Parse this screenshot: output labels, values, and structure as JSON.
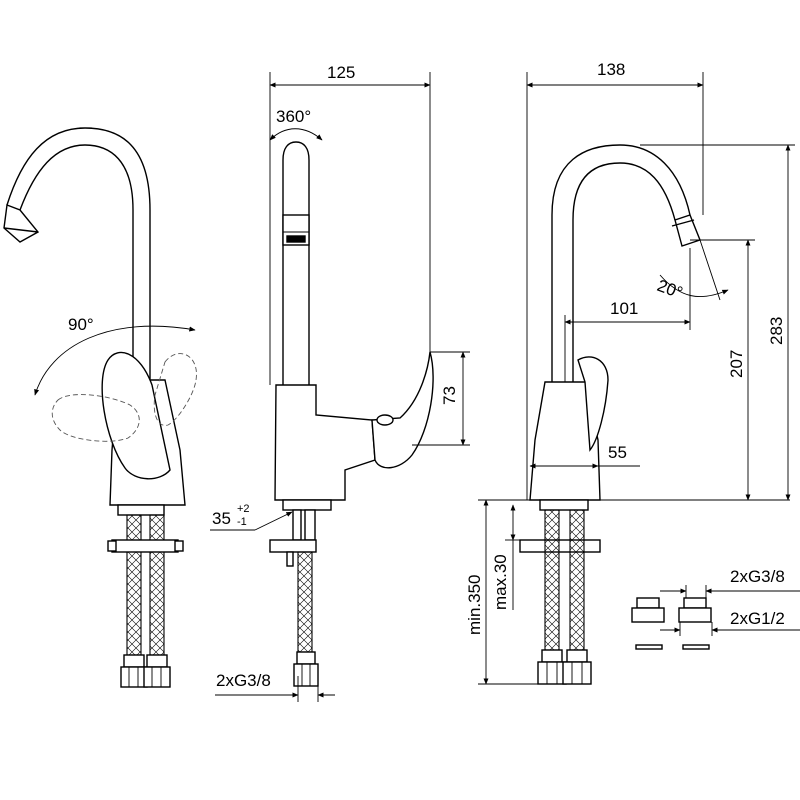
{
  "dimensions": {
    "side_width": "125",
    "swivel_angle": "360°",
    "spout_lever_height": "73",
    "hole_size": "35",
    "hole_tol_plus": "+2",
    "hole_tol_minus": "-1",
    "hose_thread_front": "2xG3/8",
    "front_width": "138",
    "spout_tilt": "20°",
    "spout_reach": "101",
    "spout_height": "207",
    "total_height": "283",
    "base_diameter": "55",
    "deck_clearance": "min.350",
    "deck_thickness": "max.30",
    "adapter_top_thread": "2xG3/8",
    "adapter_bottom_thread": "2xG1/2",
    "lever_angle": "90°"
  }
}
